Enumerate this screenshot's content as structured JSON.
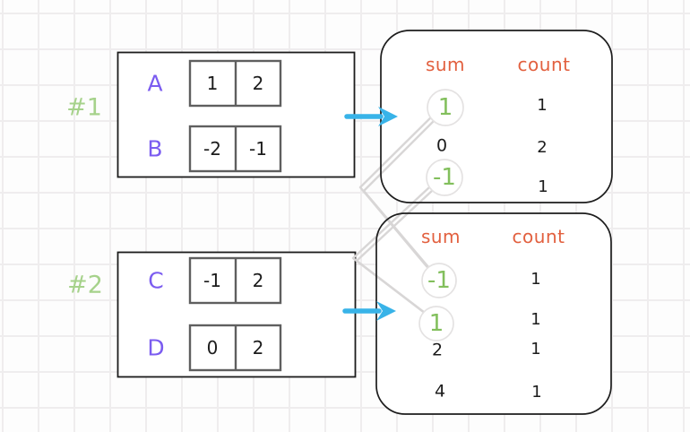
{
  "diagram_title": "hash map of pair sums and counts for two array groups",
  "colors": {
    "group_label_green": "#a6d28b",
    "row_letter_purple": "#7b5cf0",
    "header_orange": "#e2603f",
    "highlight_green": "#82bf5c",
    "arrow_cyan": "#38b3e8",
    "connector_gray": "#d8d6d6",
    "text_black": "#1c1c1c"
  },
  "groups": [
    {
      "label": "#1",
      "rows": [
        {
          "name": "A",
          "values": [
            "1",
            "2"
          ]
        },
        {
          "name": "B",
          "values": [
            "-2",
            "-1"
          ]
        }
      ]
    },
    {
      "label": "#2",
      "rows": [
        {
          "name": "C",
          "values": [
            "-1",
            "2"
          ]
        },
        {
          "name": "D",
          "values": [
            "0",
            "2"
          ]
        }
      ]
    }
  ],
  "tables": [
    {
      "sum_header": "sum",
      "count_header": "count",
      "rows": [
        {
          "sum": "1",
          "count": "1",
          "highlighted": true
        },
        {
          "sum": "0",
          "count": "2",
          "highlighted": false
        },
        {
          "sum": "-1",
          "count": "1",
          "highlighted": true
        }
      ]
    },
    {
      "sum_header": "sum",
      "count_header": "count",
      "rows": [
        {
          "sum": "-1",
          "count": "1",
          "highlighted": true
        },
        {
          "sum": "1",
          "count": "1",
          "highlighted": true
        },
        {
          "sum": "2",
          "count": "1",
          "highlighted": false
        },
        {
          "sum": "4",
          "count": "1",
          "highlighted": false
        }
      ]
    }
  ],
  "connections": [
    {
      "from": "table1.sum.1",
      "to": "table2.sum.-1"
    },
    {
      "from": "table1.sum.-1",
      "to": "table2.sum.1"
    }
  ]
}
